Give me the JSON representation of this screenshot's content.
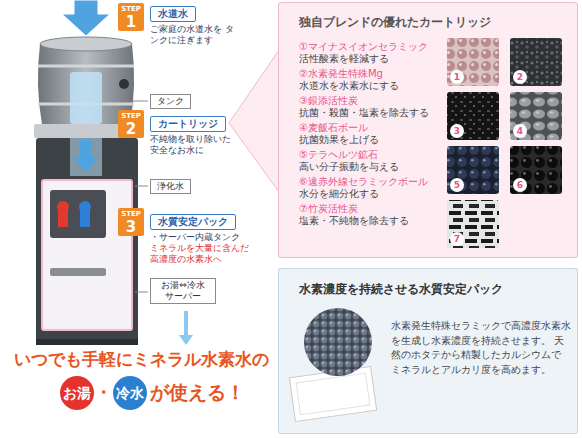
{
  "diagram": {
    "nodes": [
      {
        "text": [
          "STEP",
          "1"
        ]
      },
      {
        "text": [
          "水道水",
          "ご家庭の水道水を タンクに注ぎます"
        ]
      },
      {
        "text": [
          "タンク"
        ]
      },
      {
        "text": [
          "STEP",
          "2"
        ]
      },
      {
        "text": [
          "カートリッジ",
          "不純物を取り除いた 安全なお水に"
        ]
      },
      {
        "text": [
          "浄化水"
        ]
      },
      {
        "text": [
          "STEP",
          "3"
        ]
      },
      {
        "text": [
          "水質安定パック",
          "・サーバー内蔵タンク",
          "ミネラルを大量に含んだ 高濃度の水素水へ"
        ]
      },
      {
        "text": [
          "お湯⇔冷水 サーバー"
        ]
      },
      {
        "text": [
          "お湯"
        ]
      },
      {
        "text": [
          "冷水"
        ]
      },
      {
        "text": [
          "独自ブレンドの優れたカートリッジ",
          "①マイナスイオンセラミック",
          "活性酸素を軽減する",
          "②水素発生特殊Mg",
          "水道水を水素水にする",
          "③銀添活性炭",
          "抗菌・殺菌・塩素を除去する",
          "④麦飯石ボール",
          "抗菌効果を上げる",
          "⑤テラヘルツ鉱石",
          "高い分子振動を与える",
          "⑥遠赤外線セラミックボール",
          "水分を細分化する",
          "⑦竹炭活性炭",
          "塩素・不純物を除去する"
        ]
      },
      {
        "text": [
          "水素濃度を持続させる水質安定パック",
          "水素発生特殊セラミックで高濃度水素水 を生成し水素濃度を持続させます。 天然のホタテから精製したカルシウムで ミネラルとアルカリ度を高めます。"
        ]
      }
    ],
    "labels": [
      "いつでも手軽にミネラル水素水の",
      "・",
      "が使える！",
      "1",
      "2",
      "3",
      "4",
      "5",
      "6",
      "7"
    ]
  }
}
